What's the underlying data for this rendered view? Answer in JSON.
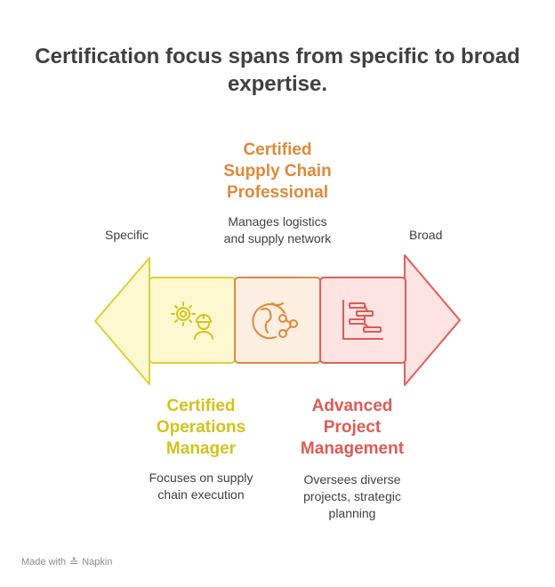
{
  "title": "Certification focus spans from specific to broad expertise.",
  "ends": {
    "left": "Specific",
    "right": "Broad"
  },
  "stages": [
    {
      "label_lines": [
        "Certified",
        "Operations",
        "Manager"
      ],
      "description_lines": [
        "Focuses on supply",
        "chain execution"
      ],
      "color": "#d4c21a",
      "icon": "gear-worker-icon"
    },
    {
      "label_lines": [
        "Certified",
        "Supply Chain",
        "Professional"
      ],
      "description_lines": [
        "Manages logistics",
        "and supply network"
      ],
      "color": "#e0893a",
      "icon": "globe-network-icon"
    },
    {
      "label_lines": [
        "Advanced",
        "Project",
        "Management"
      ],
      "description_lines": [
        "Oversees diverse",
        "projects, strategic",
        "planning"
      ],
      "color": "#e05a54",
      "icon": "gantt-chart-icon"
    }
  ],
  "footer": {
    "made_with": "Made with",
    "brand": "Napkin"
  }
}
